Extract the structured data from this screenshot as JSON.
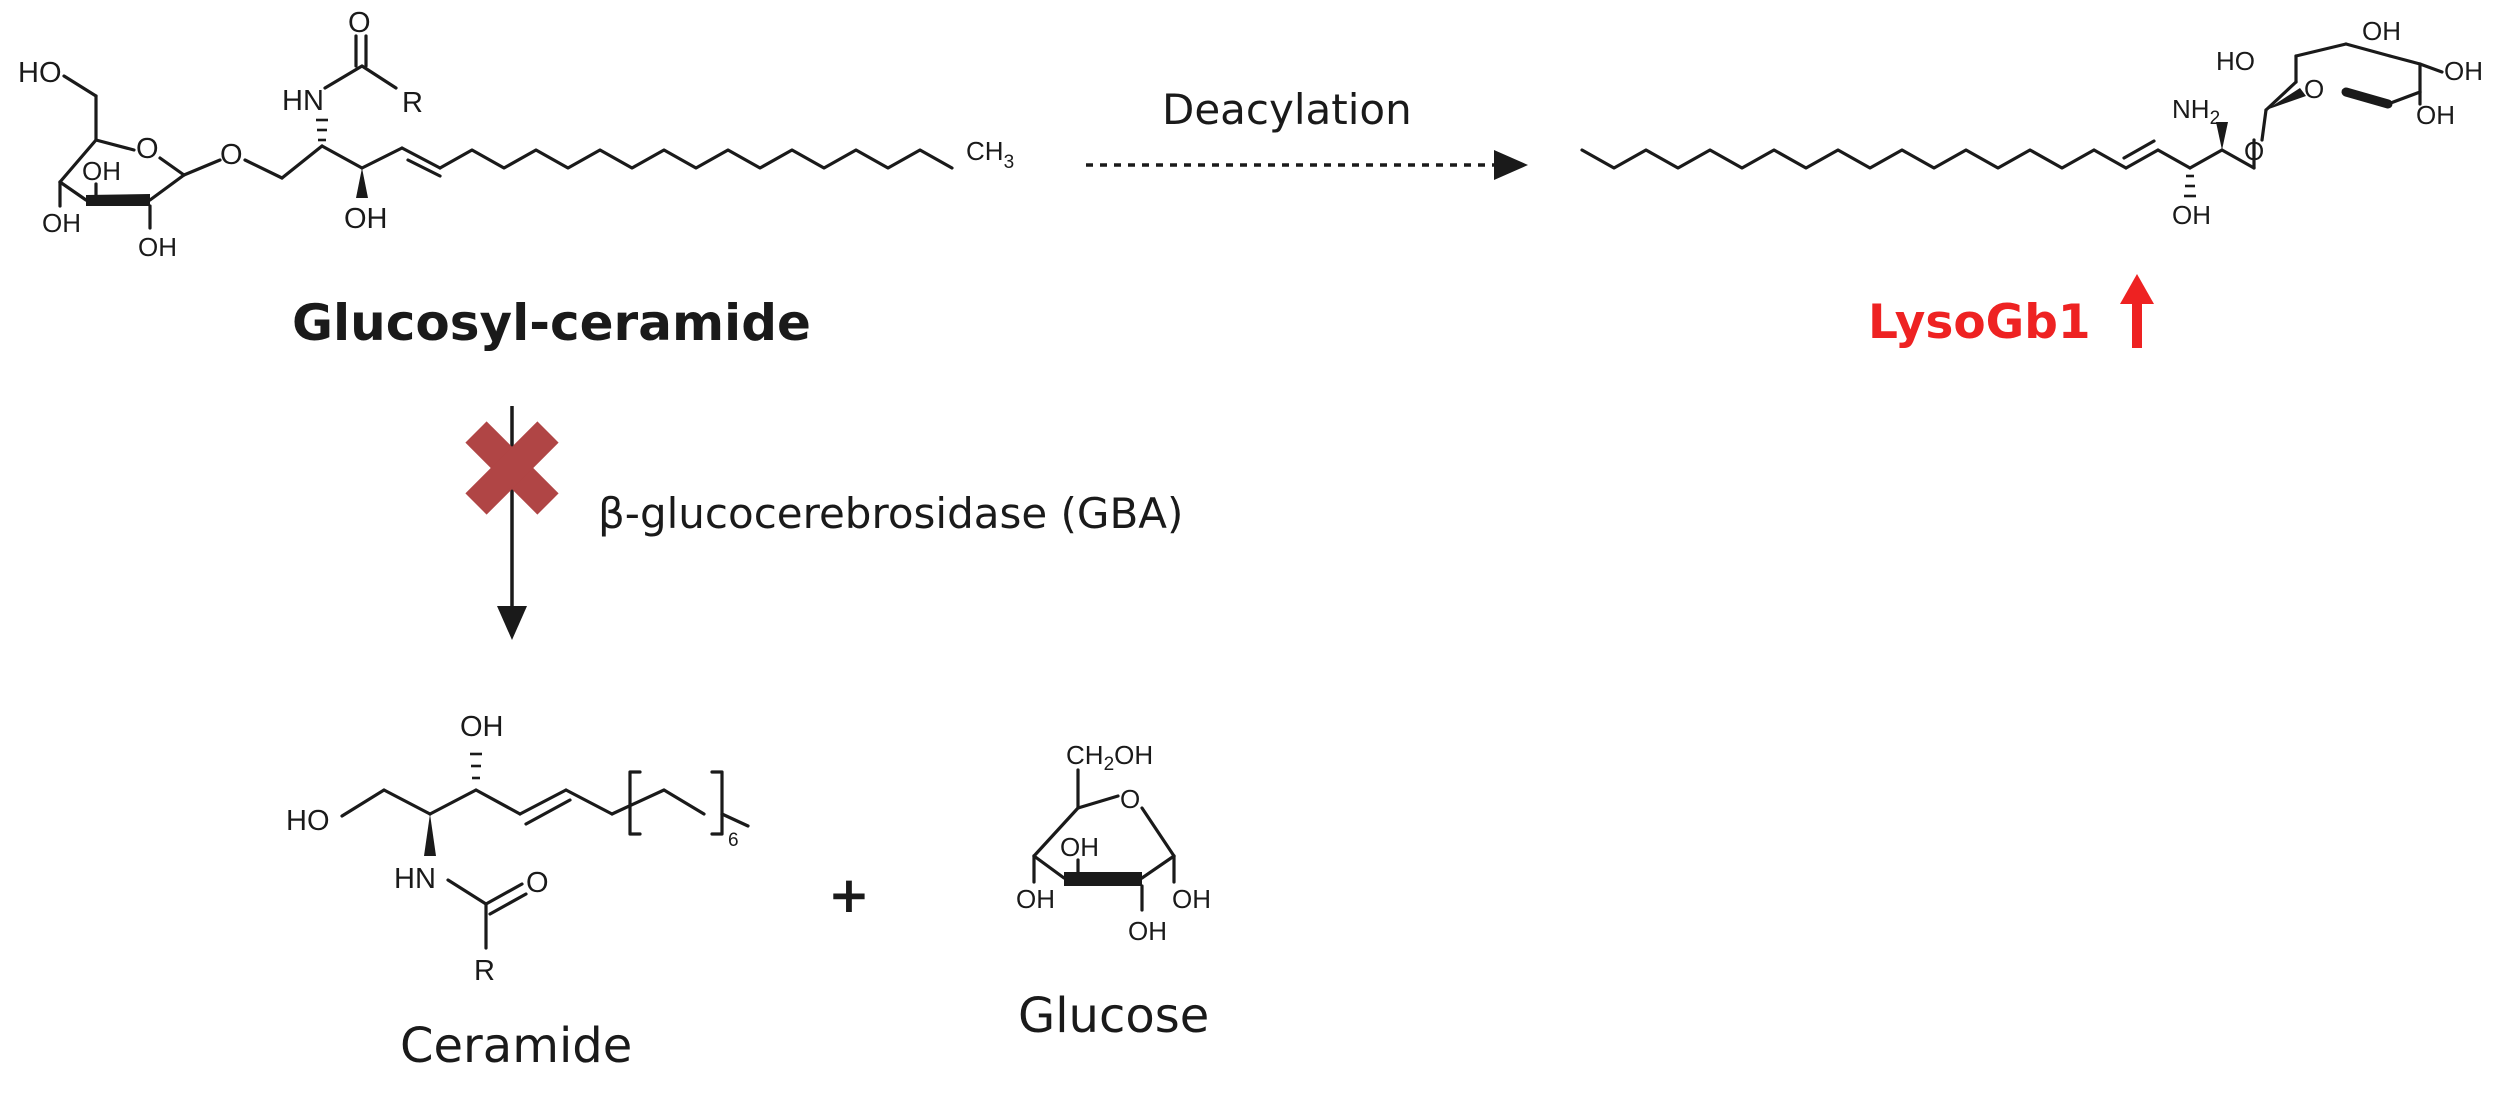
{
  "figure": {
    "substrate": {
      "name": "Glucosyl-ceramide",
      "atoms": {
        "ho_ch2": "HO",
        "oh_ring_inner": "OH",
        "oh_ring_left": "OH",
        "oh_ring_bottom": "OH",
        "ring_o": "O",
        "glyco_o": "O",
        "amide_n": "HN",
        "amide_o": "O",
        "amide_r": "R",
        "chain_oh": "OH",
        "ch3_c": "CH",
        "ch3_sub": "3"
      }
    },
    "pathway_top": {
      "label": "Deacylation",
      "style": "dashed arrow"
    },
    "lyso_product": {
      "name": "LysoGb1",
      "trend_indicator": "up-arrow",
      "color": "#ee2222",
      "atoms": {
        "oh_1": "HO",
        "oh_2": "OH",
        "oh_3": "OH",
        "oh_4": "OH",
        "ring_o": "O",
        "glyco_o": "O",
        "amine_n": "NH",
        "amine_sub": "2",
        "chain_oh": "OH"
      }
    },
    "pathway_down": {
      "enzyme": "β-glucocerebrosidase (GBA)",
      "blocked": true,
      "block_color": "#b04545"
    },
    "products": {
      "plus": "+",
      "ceramide": {
        "name": "Ceramide",
        "atoms": {
          "ho": "HO",
          "oh": "OH",
          "amide_n": "HN",
          "amide_o": "O",
          "amide_r": "R",
          "repeat_n": "6"
        }
      },
      "glucose": {
        "name": "Glucose",
        "atoms": {
          "ch2oh": "CH",
          "ch2oh_sub": "2",
          "ch2oh_end": "OH",
          "ring_o": "O",
          "oh_inner": "OH",
          "oh_left": "OH",
          "oh_bottom": "OH",
          "oh_right": "OH"
        }
      }
    }
  }
}
